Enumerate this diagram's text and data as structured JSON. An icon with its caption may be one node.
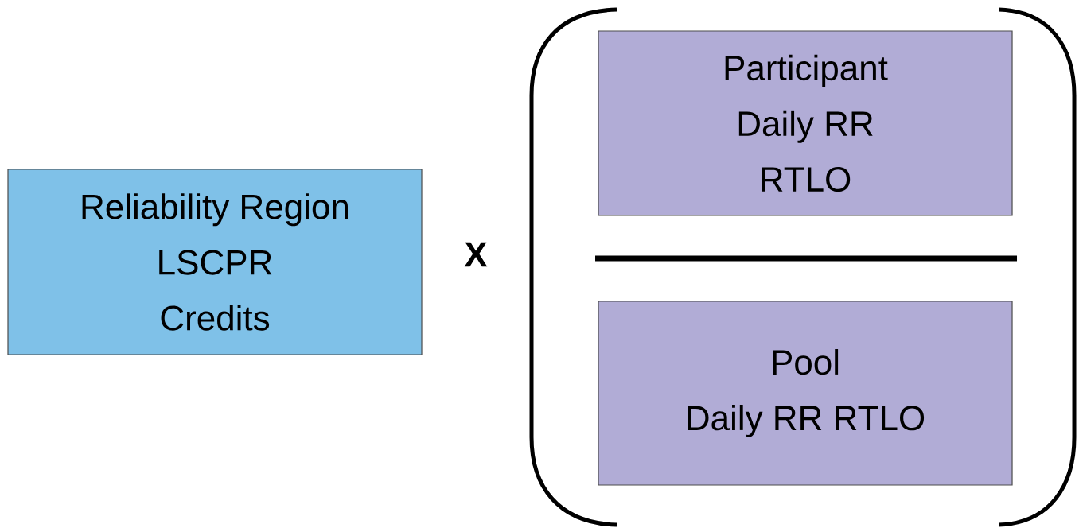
{
  "diagram": {
    "nodes": [
      {
        "text": [
          "Reliability Region",
          "LSCPR",
          "Credits"
        ]
      },
      {
        "text": [
          "Participant",
          "Daily RR",
          "RTLO"
        ]
      },
      {
        "text": [
          "Pool",
          "Daily RR RTLO"
        ]
      }
    ],
    "labels": [
      "X"
    ]
  }
}
